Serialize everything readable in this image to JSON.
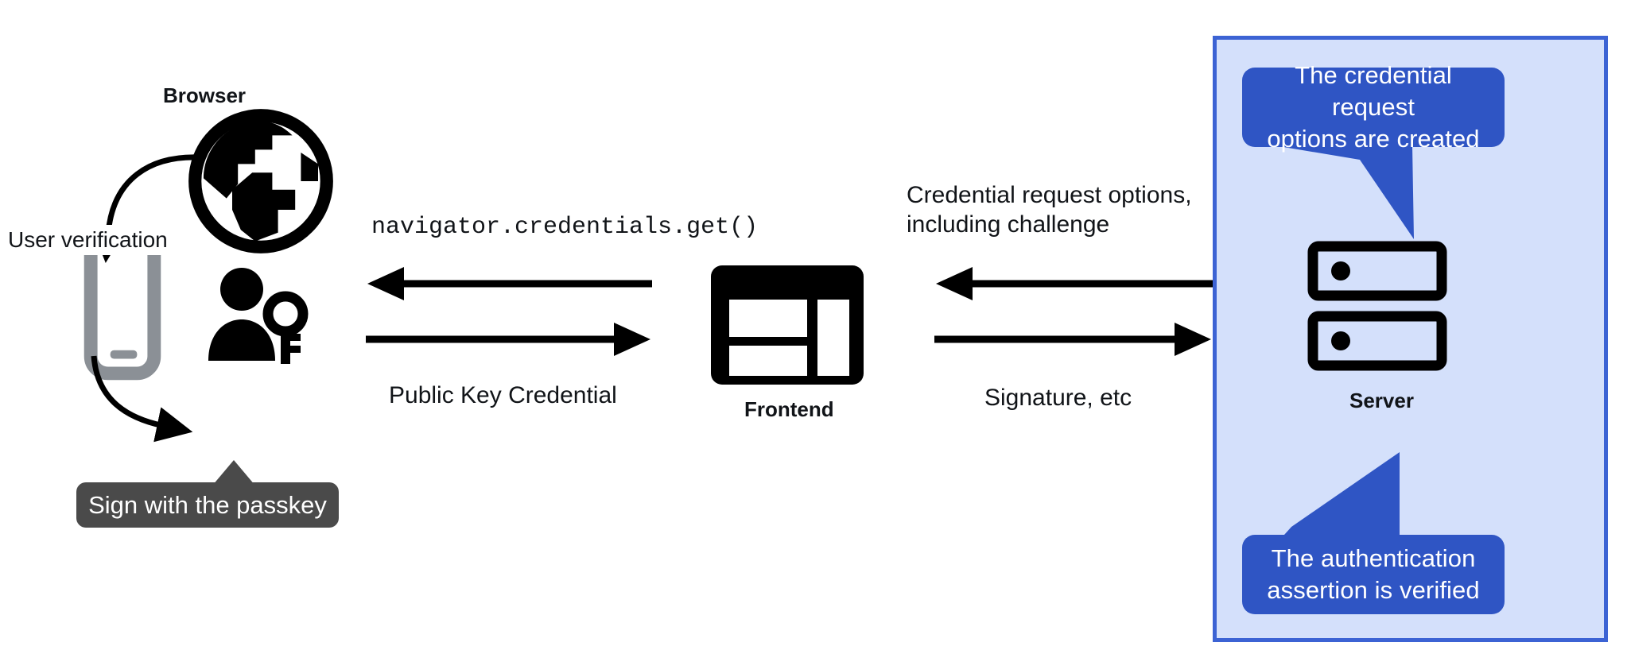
{
  "diagram": {
    "title": "WebAuthn passkey authentication flow",
    "colors": {
      "panel_fill": "#d4e0fb",
      "panel_border": "#3c63d4",
      "bubble_blue": "#2f55c4",
      "tooltip_dark": "#4a4a4a",
      "icon_black": "#000000",
      "phone_gray": "#8b9096",
      "text": "#111418"
    }
  },
  "client": {
    "browser_label": "Browser",
    "browser_icon": "globe-icon",
    "phone_icon": "smartphone-icon",
    "user_key_icon": "person-with-key-icon",
    "user_verification_label": "User verification",
    "passkey_tooltip": "Sign with the passkey"
  },
  "frontend": {
    "label": "Frontend",
    "icon": "dashboard-layout-icon"
  },
  "server": {
    "label": "Server",
    "icon": "server-rack-icon",
    "bubble_top": "The credential request\noptions are created",
    "bubble_bottom": "The authentication\nassertion is verified"
  },
  "arrows": {
    "left_top_label": "navigator.credentials.get()",
    "left_bottom_label": "Public Key Credential",
    "right_top_label": "Credential request options,\nincluding challenge",
    "right_bottom_label": "Signature, etc",
    "left_top_direction": "left",
    "left_bottom_direction": "right",
    "right_top_direction": "left",
    "right_bottom_direction": "right"
  }
}
